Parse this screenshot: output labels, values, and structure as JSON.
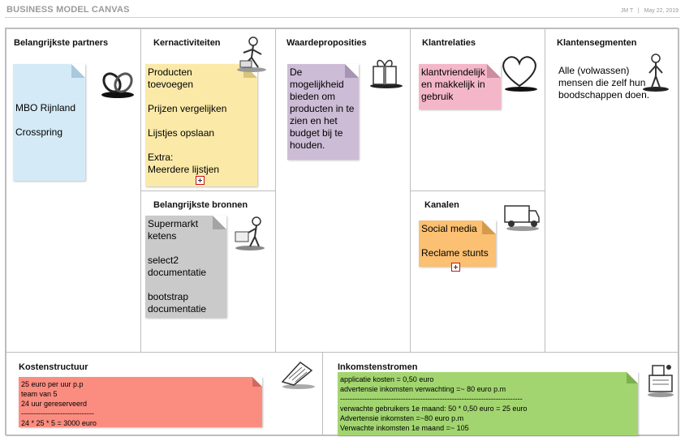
{
  "header": {
    "title": "BUSINESS MODEL CANVAS",
    "author": "JM T",
    "separator": "|",
    "date": "May 22, 2019"
  },
  "partners": {
    "title": "Belangrijkste partners",
    "note_line1": "MBO Rijnland",
    "note_line2": "Crosspring"
  },
  "activities": {
    "title": "Kernactiviteiten",
    "line1": "Producten toevoegen",
    "line2": "Prijzen vergelijken",
    "line3": "Lijstjes opslaan",
    "line4a": "Extra:",
    "line4b": "Meerdere lijstjen"
  },
  "resources": {
    "title": "Belangrijkste bronnen",
    "line1": "Supermarkt ketens",
    "line2": "select2 documentatie",
    "line3": "bootstrap documentatie"
  },
  "value": {
    "title": "Waardeproposities",
    "text": "De mogelijkheid bieden om producten in te zien en het budget bij te houden."
  },
  "relations": {
    "title": "Klantrelaties",
    "text": "klantvriendelijk en makkelijk in gebruik"
  },
  "channels": {
    "title": "Kanalen",
    "line1": "Social media",
    "line2": "Reclame stunts"
  },
  "segments": {
    "title": "Klantensegmenten",
    "text": "Alle (volwassen) mensen die zelf hun boodschappen doen."
  },
  "costs": {
    "title": "Kostenstructuur",
    "lines": [
      "25 euro per uur p.p",
      "team van 5",
      "24 uur gereserveerd",
      "------------------------------",
      "24 * 25 * 5 =  3000 euro"
    ]
  },
  "revenue": {
    "title": "Inkomstenstromen",
    "lines": [
      "applicatie kosten = 0,50 euro",
      "advertensie inkomsten verwachting =~ 80 euro  p.m",
      "---------------------------------------------------------------------------",
      "verwachte gebruikers 1e maand: 50 * 0,50 euro = 25 euro",
      "Advertensie inkomsten =~80 euro p.m",
      "Verwachte inkomsten 1e maand =~ 105"
    ]
  },
  "colors": {
    "blue_note": "#d4eaf7",
    "yellow_note": "#fbe9a8",
    "purple_note": "#cdbcd6",
    "pink_note": "#f4b6c9",
    "gray_note": "#cacaca",
    "orange_note": "#fbc072",
    "red_note": "#fb8d80",
    "green_note": "#a2d56f"
  },
  "icons": [
    "chain-links-icon",
    "person-with-tools-icon",
    "gift-box-icon",
    "heart-icon",
    "person-standing-icon",
    "person-with-cart-icon",
    "delivery-truck-icon",
    "receipt-icon",
    "cash-register-icon",
    "expand-plus-icon"
  ]
}
